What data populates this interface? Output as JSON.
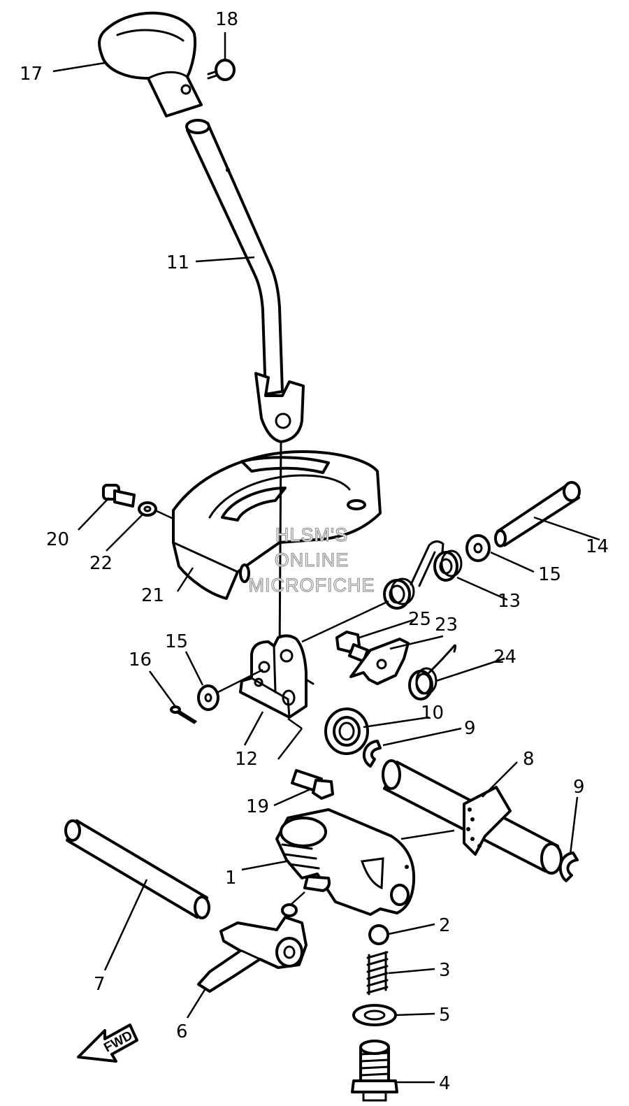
{
  "watermark": [
    "HLSM'S",
    "ONLINE",
    "MICROFICHE"
  ],
  "direction_label": "FWD",
  "callouts": [
    {
      "id": "17",
      "label": "17",
      "part": "shift-lever-knob"
    },
    {
      "id": "18",
      "label": "18",
      "part": "knob-screw"
    },
    {
      "id": "11",
      "label": "11",
      "part": "shift-lever-rod"
    },
    {
      "id": "20",
      "label": "20",
      "part": "bolt"
    },
    {
      "id": "22",
      "label": "22",
      "part": "washer"
    },
    {
      "id": "21",
      "label": "21",
      "part": "shift-guide-plate"
    },
    {
      "id": "14",
      "label": "14",
      "part": "pin"
    },
    {
      "id": "15a",
      "label": "15",
      "part": "washer-right"
    },
    {
      "id": "13",
      "label": "13",
      "part": "torsion-spring"
    },
    {
      "id": "25",
      "label": "25",
      "part": "bolt-small"
    },
    {
      "id": "23",
      "label": "23",
      "part": "stopper-lever"
    },
    {
      "id": "24",
      "label": "24",
      "part": "coil-spring"
    },
    {
      "id": "15b",
      "label": "15",
      "part": "washer-left"
    },
    {
      "id": "16",
      "label": "16",
      "part": "cotter-pin"
    },
    {
      "id": "12",
      "label": "12",
      "part": "shift-bracket"
    },
    {
      "id": "10",
      "label": "10",
      "part": "oil-seal"
    },
    {
      "id": "9a",
      "label": "9",
      "part": "circlip-upper"
    },
    {
      "id": "8",
      "label": "8",
      "part": "shift-shaft"
    },
    {
      "id": "19",
      "label": "19",
      "part": "bolt-bracket"
    },
    {
      "id": "9b",
      "label": "9",
      "part": "circlip-lower"
    },
    {
      "id": "1",
      "label": "1",
      "part": "shift-cam"
    },
    {
      "id": "7",
      "label": "7",
      "part": "fork-shaft"
    },
    {
      "id": "2",
      "label": "2",
      "part": "ball"
    },
    {
      "id": "3",
      "label": "3",
      "part": "spring"
    },
    {
      "id": "5",
      "label": "5",
      "part": "gasket"
    },
    {
      "id": "6",
      "label": "6",
      "part": "shift-fork"
    },
    {
      "id": "4",
      "label": "4",
      "part": "plug-bolt"
    }
  ]
}
